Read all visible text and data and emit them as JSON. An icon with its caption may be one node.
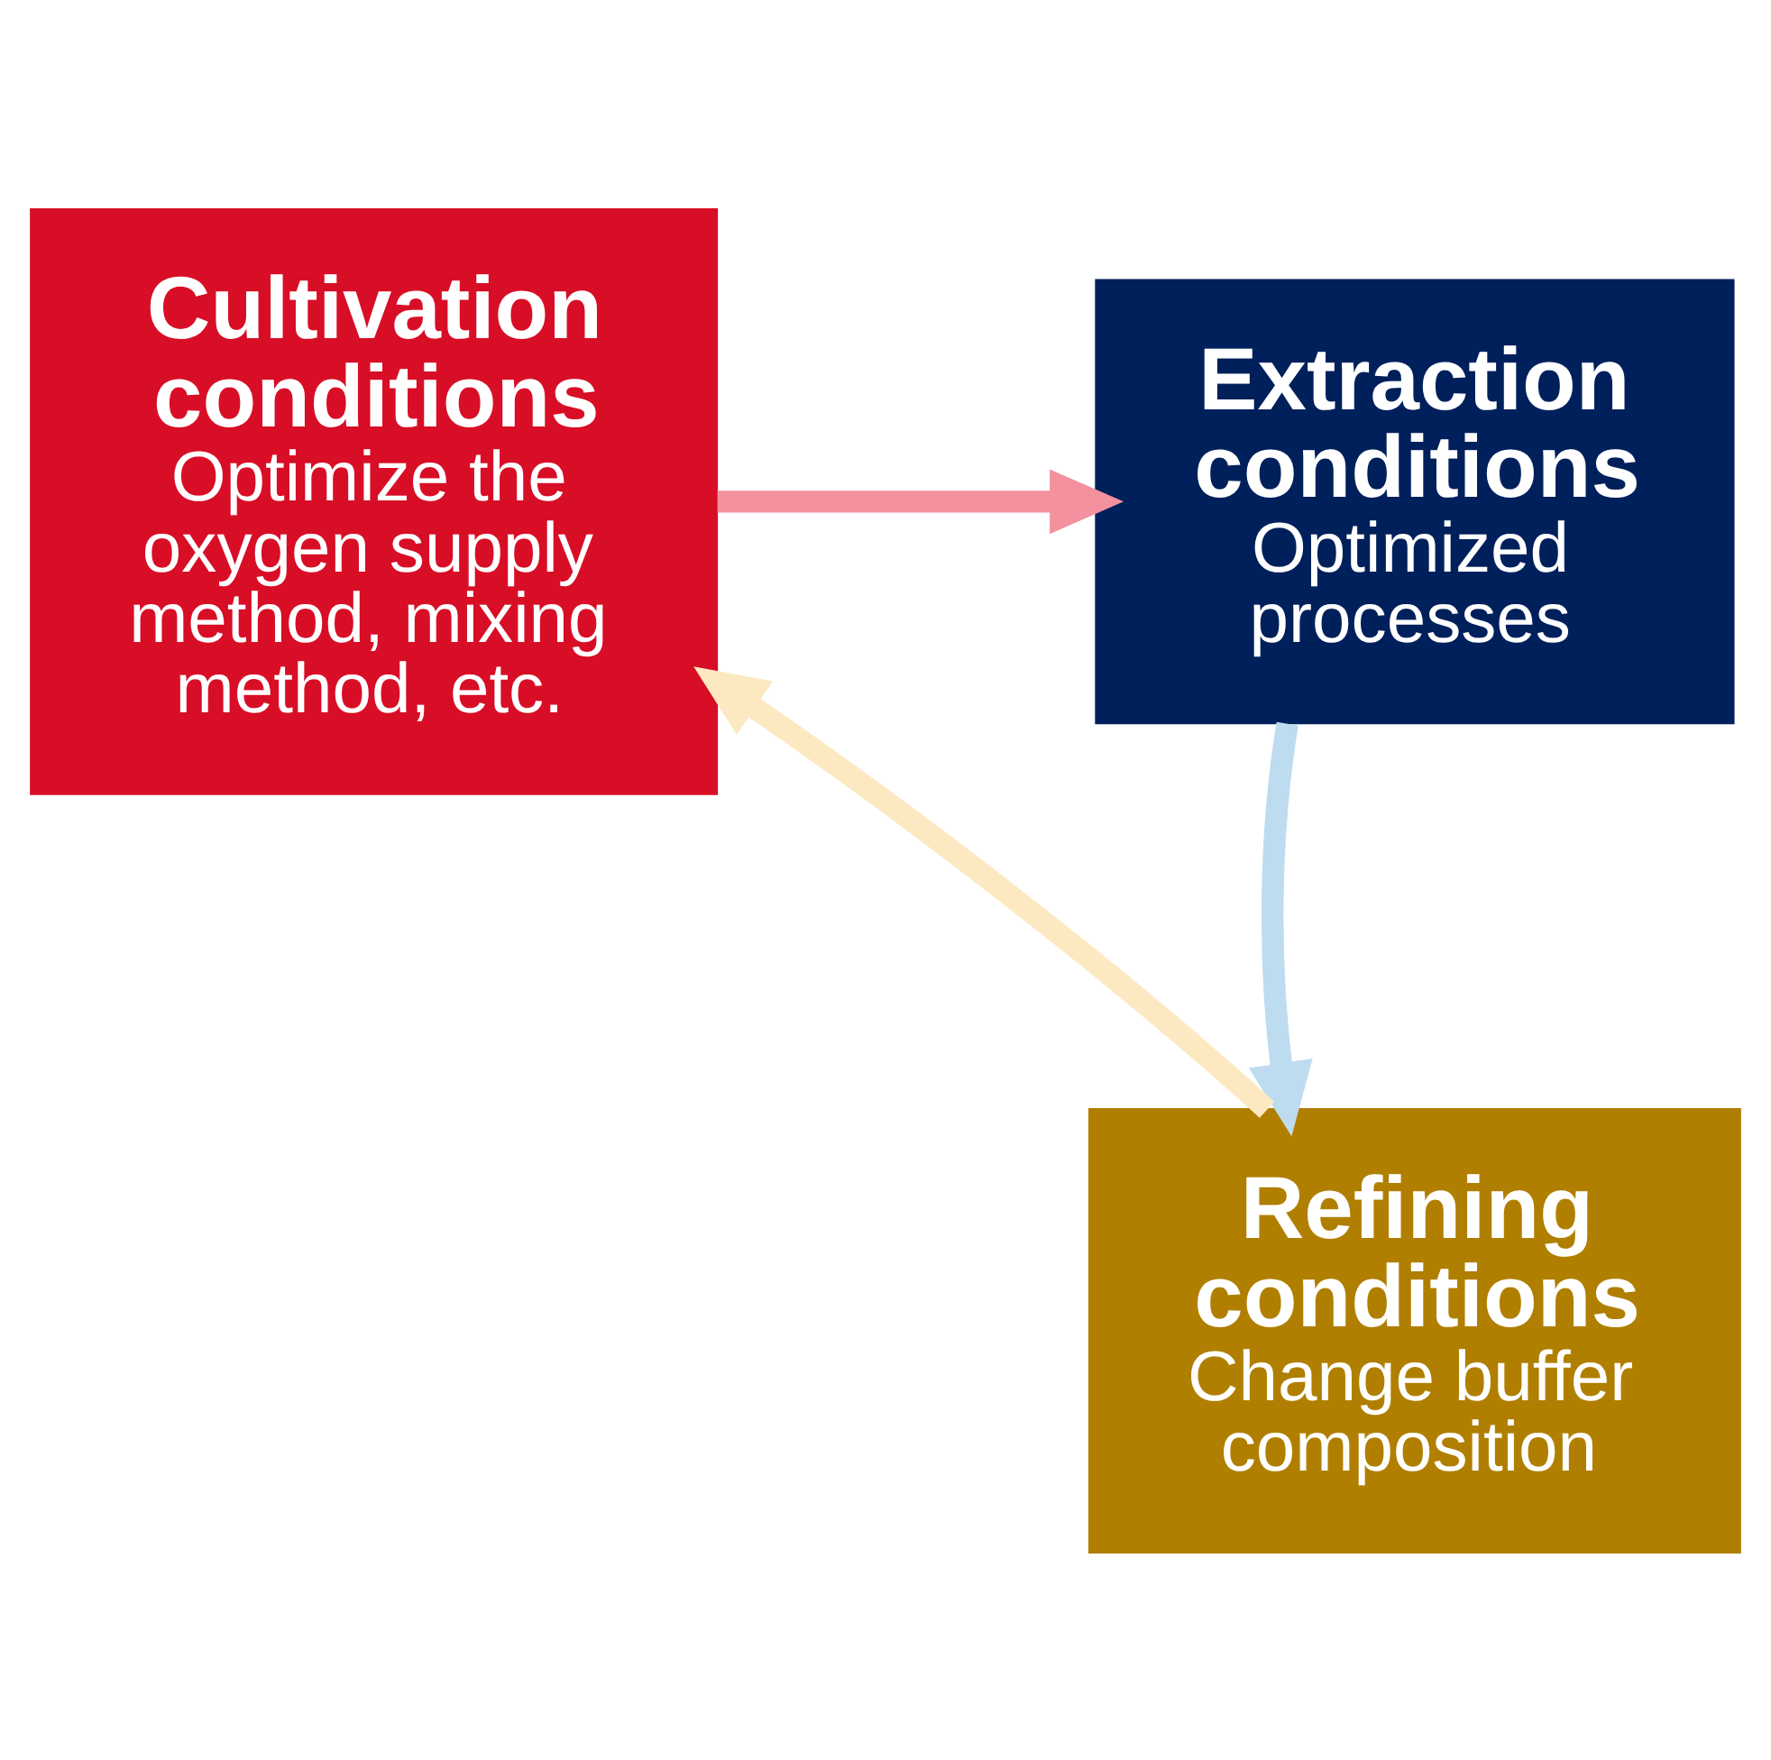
{
  "diagram": {
    "nodes": [
      {
        "text": [
          "Cultivation conditions",
          "Optimize the oxygen supply method, mixing method, etc."
        ]
      },
      {
        "text": [
          "Extraction conditions",
          "Optimized processes"
        ]
      },
      {
        "text": [
          "Refining conditions",
          "Change buffer composition"
        ]
      }
    ],
    "edges": [
      {
        "from": 0,
        "to": 1,
        "arrow": "to",
        "color": "#f4919e"
      },
      {
        "from": 1,
        "to": 2,
        "arrow": "to",
        "color": "#bddcf0"
      },
      {
        "from": 2,
        "to": 0,
        "arrow": "to",
        "color": "#fde9c1"
      }
    ]
  }
}
